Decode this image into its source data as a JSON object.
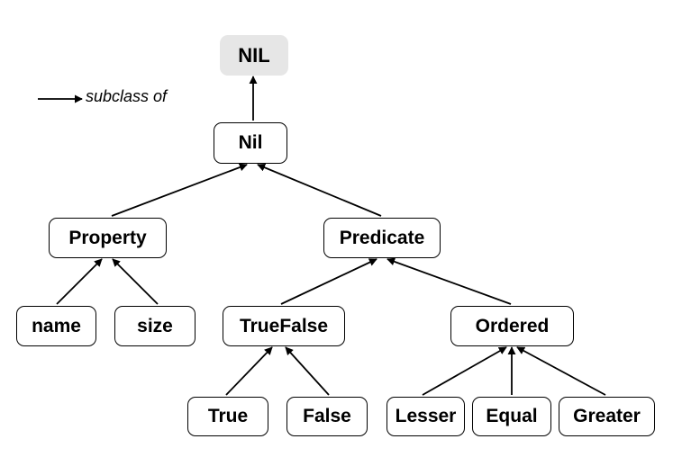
{
  "legend": {
    "label": "subclass of"
  },
  "nodes": {
    "nil_root": "NIL",
    "nil": "Nil",
    "property": "Property",
    "predicate": "Predicate",
    "name": "name",
    "size": "size",
    "truefalse": "TrueFalse",
    "ordered": "Ordered",
    "true": "True",
    "false": "False",
    "lesser": "Lesser",
    "equal": "Equal",
    "greater": "Greater"
  },
  "edges": [
    {
      "from": "nil",
      "to": "nil_root"
    },
    {
      "from": "property",
      "to": "nil"
    },
    {
      "from": "predicate",
      "to": "nil"
    },
    {
      "from": "name",
      "to": "property"
    },
    {
      "from": "size",
      "to": "property"
    },
    {
      "from": "truefalse",
      "to": "predicate"
    },
    {
      "from": "ordered",
      "to": "predicate"
    },
    {
      "from": "true",
      "to": "truefalse"
    },
    {
      "from": "false",
      "to": "truefalse"
    },
    {
      "from": "lesser",
      "to": "ordered"
    },
    {
      "from": "equal",
      "to": "ordered"
    },
    {
      "from": "greater",
      "to": "ordered"
    }
  ]
}
